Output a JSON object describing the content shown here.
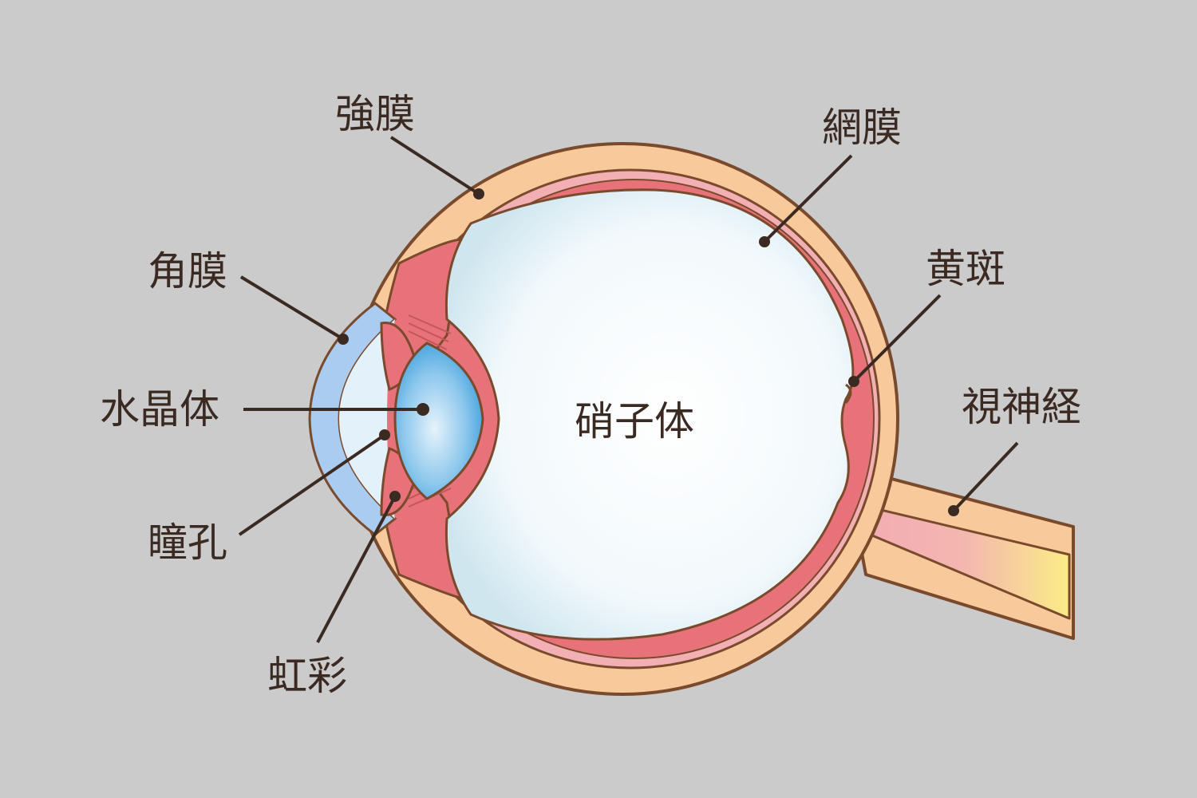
{
  "colors": {
    "background": "#cbcbcb",
    "sclera": "#f8c99b",
    "outline": "#7a4a2c",
    "retina": "#e8727a",
    "retina_light": "#f2b0b5",
    "vitreous": "#ecf6fb",
    "lens": "#4aa8e0",
    "cornea": "#a9ccf0",
    "optic_nerve_start": "#f2a9b4",
    "optic_nerve_end": "#fbe88a",
    "leader": "#3b2a22"
  },
  "labels": {
    "sclera": "強膜",
    "retina": "網膜",
    "cornea": "角膜",
    "macula": "黄斑",
    "lens": "水晶体",
    "vitreous": "硝子体",
    "optic_nerve": "視神経",
    "pupil": "瞳孔",
    "iris": "虹彩"
  }
}
